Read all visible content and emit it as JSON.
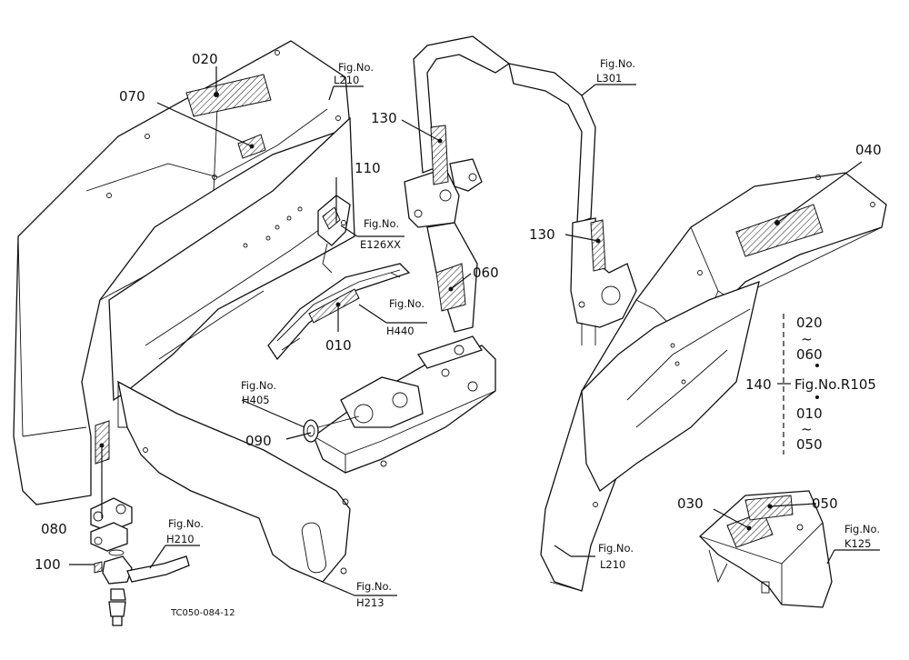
{
  "diagram_code": "TC050-084-12",
  "callouts": [
    {
      "id": "020",
      "label": "020"
    },
    {
      "id": "070",
      "label": "070"
    },
    {
      "id": "110",
      "label": "110"
    },
    {
      "id": "130a",
      "label": "130"
    },
    {
      "id": "130b",
      "label": "130"
    },
    {
      "id": "060",
      "label": "060"
    },
    {
      "id": "010",
      "label": "010"
    },
    {
      "id": "090",
      "label": "090"
    },
    {
      "id": "080",
      "label": "080"
    },
    {
      "id": "100",
      "label": "100"
    },
    {
      "id": "040",
      "label": "040"
    },
    {
      "id": "030",
      "label": "030"
    },
    {
      "id": "050",
      "label": "050"
    },
    {
      "id": "140",
      "label": "140"
    }
  ],
  "fig_refs": [
    {
      "id": "L210a",
      "prefix": "Fig.No.",
      "code": "L210"
    },
    {
      "id": "L301",
      "prefix": "Fig.No.",
      "code": "L301"
    },
    {
      "id": "E126XX",
      "prefix": "Fig.No.",
      "code": "E126XX"
    },
    {
      "id": "H440",
      "prefix": "Fig.No.",
      "code": "H440"
    },
    {
      "id": "H405",
      "prefix": "Fig.No.",
      "code": "H405"
    },
    {
      "id": "H210",
      "prefix": "Fig.No.",
      "code": "H210"
    },
    {
      "id": "H213",
      "prefix": "Fig.No.",
      "code": "H213"
    },
    {
      "id": "L210b",
      "prefix": "Fig.No.",
      "code": "L210"
    },
    {
      "id": "K125",
      "prefix": "Fig.No.",
      "code": "K125"
    }
  ],
  "kit_group": {
    "top_from": "020",
    "top_to": "060",
    "middle": "Fig.No.R105",
    "bottom_from": "010",
    "bottom_to": "050",
    "range_mark": "~"
  }
}
